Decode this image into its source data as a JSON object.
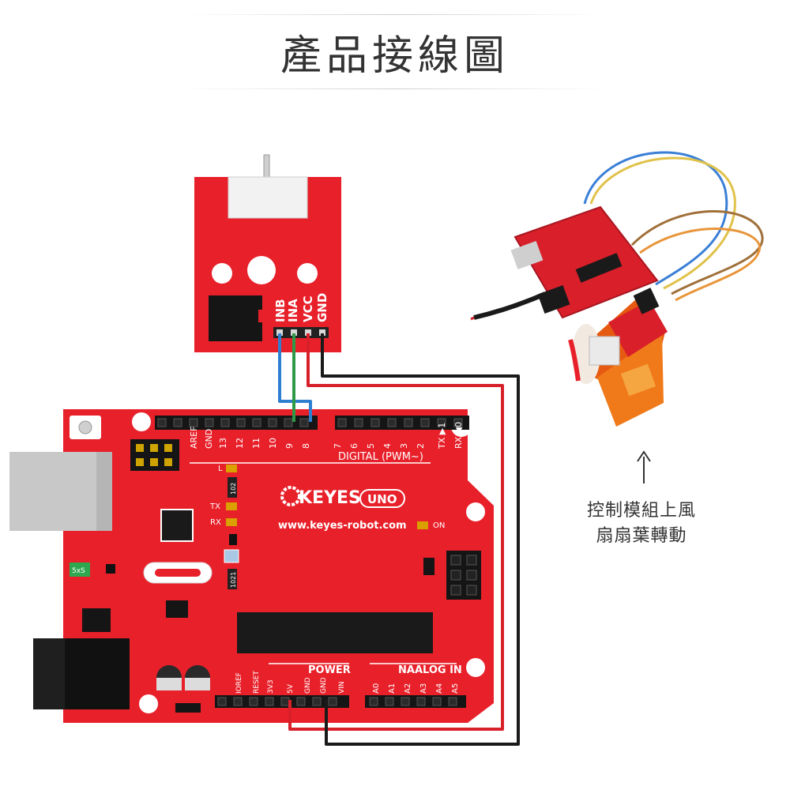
{
  "title": "產品接線圖",
  "caption": {
    "line1": "控制模組上風",
    "line2": "扇扇葉轉動"
  },
  "fan_module": {
    "pins": [
      "INB",
      "INA",
      "VCC",
      "GND"
    ]
  },
  "board": {
    "brand": "KEYES",
    "model": "UNO",
    "url": "www.keyes-robot.com",
    "digital_label": "DIGITAL  (PWM~)",
    "power_label": "POWER",
    "analog_label": "NAALOG  IN",
    "on_label": "ON",
    "l_label": "L",
    "tx_label": "TX",
    "rx_label": "RX",
    "chip_label_1": "102",
    "chip_label_2": "1021",
    "fuse_label": "5xS",
    "top_pins": [
      "AREF",
      "GND",
      "13",
      "12",
      "11",
      "10",
      "9",
      "8",
      "7",
      "6",
      "5",
      "4",
      "3",
      "2",
      "TX ▶1",
      "RX ◀0"
    ],
    "power_pins": [
      "IOREF",
      "RESET",
      "3V3",
      "5V",
      "GND",
      "GND",
      "VIN"
    ],
    "analog_pins": [
      "A0",
      "A1",
      "A2",
      "A3",
      "A4",
      "A5"
    ]
  },
  "colors": {
    "board_red": "#e8202a",
    "wire_blue": "#2f7fd1",
    "wire_green": "#2e9a48",
    "wire_red": "#d8202a",
    "wire_black": "#1a1a1a"
  }
}
